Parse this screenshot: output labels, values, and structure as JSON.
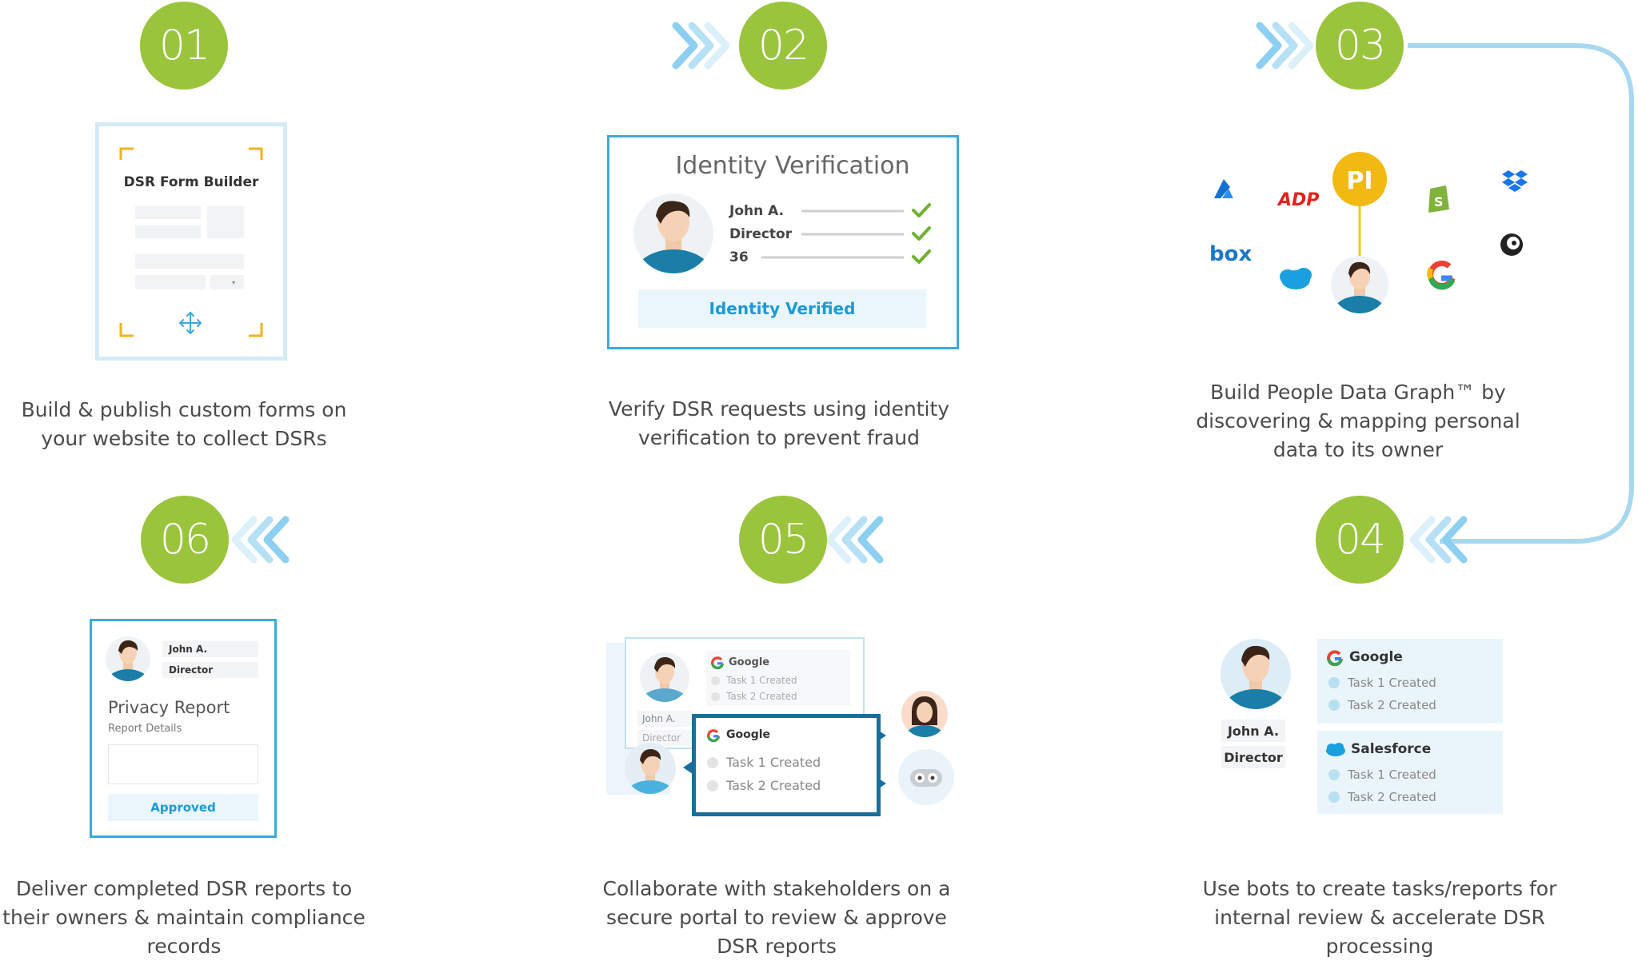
{
  "steps": [
    {
      "number": "01",
      "caption": [
        "Build & publish custom forms on",
        "your website to collect DSRs"
      ]
    },
    {
      "number": "02",
      "caption": [
        "Verify DSR requests using identity",
        "verification to prevent fraud"
      ]
    },
    {
      "number": "03",
      "caption": [
        "Build People Data Graph™ by",
        "discovering & mapping personal",
        "data to its owner"
      ]
    },
    {
      "number": "04",
      "caption": [
        "Use bots to create tasks/reports for",
        "internal review & accelerate DSR",
        "processing"
      ]
    },
    {
      "number": "05",
      "caption": [
        "Collaborate with stakeholders on a",
        "secure portal to review & approve",
        "DSR reports"
      ]
    },
    {
      "number": "06",
      "caption": [
        "Deliver completed DSR reports to",
        "their owners & maintain compliance",
        "records"
      ]
    }
  ],
  "form_builder": {
    "title": "DSR Form Builder"
  },
  "identity": {
    "title": "Identity Verification",
    "fields": [
      "John A.",
      "Director",
      "36"
    ],
    "status": "Identity Verified"
  },
  "graph": {
    "center_label": "PI"
  },
  "bots": {
    "name": "John A.",
    "role": "Director",
    "cards": [
      {
        "service": "Google",
        "tasks": [
          "Task 1 Created",
          "Task 2 Created"
        ]
      },
      {
        "service": "Salesforce",
        "tasks": [
          "Task 1 Created",
          "Task 2 Created"
        ]
      }
    ]
  },
  "collab": {
    "back": {
      "service": "Google",
      "tasks": [
        "Task 1 Created",
        "Task 2 Created"
      ],
      "name": "John A.",
      "role": "Director"
    },
    "front": {
      "service": "Google",
      "tasks": [
        "Task 1 Created",
        "Task 2 Created"
      ]
    }
  },
  "report": {
    "name": "John A.",
    "role": "Director",
    "title": "Privacy Report",
    "subtitle": "Report Details",
    "status": "Approved"
  },
  "colors": {
    "accent_green": "#9ac43c",
    "flow_line": "#a7d8f0",
    "frame_blue": "#3fa9dc",
    "link_blue": "#1c9ad6"
  }
}
